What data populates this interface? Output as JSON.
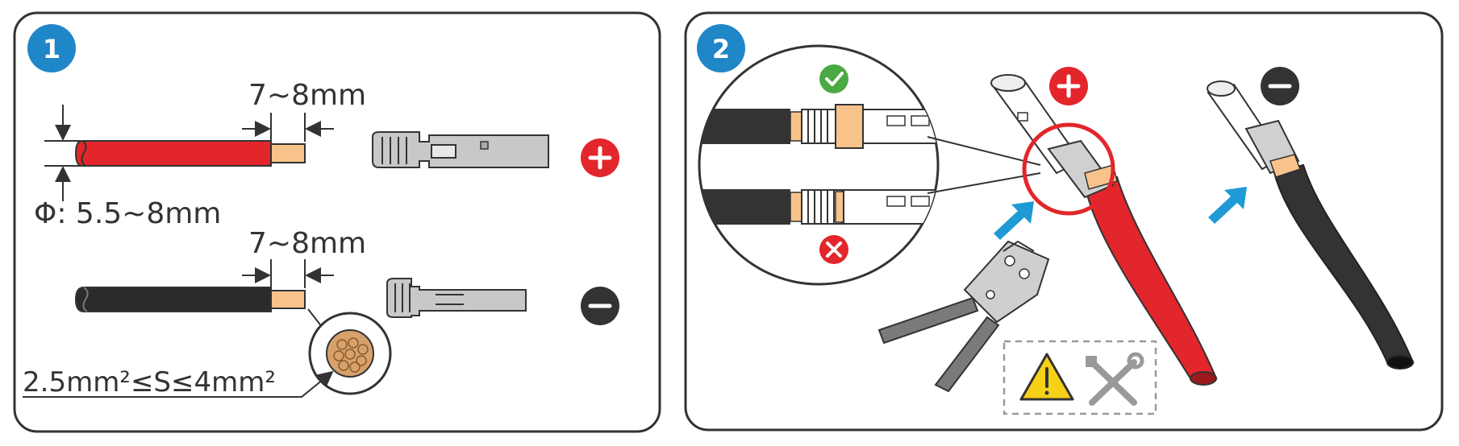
{
  "steps": [
    {
      "number": "1",
      "labels": {
        "strip_length_top": "7~8mm",
        "diameter": "Φ: 5.5~8mm",
        "strip_length_bottom": "7~8mm",
        "cross_section": "2.5mm²≤S≤4mm²"
      }
    },
    {
      "number": "2"
    }
  ],
  "colors": {
    "accent_blue": "#1f86c8",
    "positive_red": "#e2262b",
    "negative_dark": "#333333",
    "copper": "#f7c38b",
    "check_green": "#4aa942",
    "warning_yellow": "#f7d117",
    "panel_border": "#333333"
  },
  "icons": {
    "positive": "plus-icon",
    "negative": "minus-icon",
    "correct": "check-icon",
    "incorrect": "cross-icon",
    "warning": "warning-triangle-icon",
    "tools": "tools-icon"
  }
}
